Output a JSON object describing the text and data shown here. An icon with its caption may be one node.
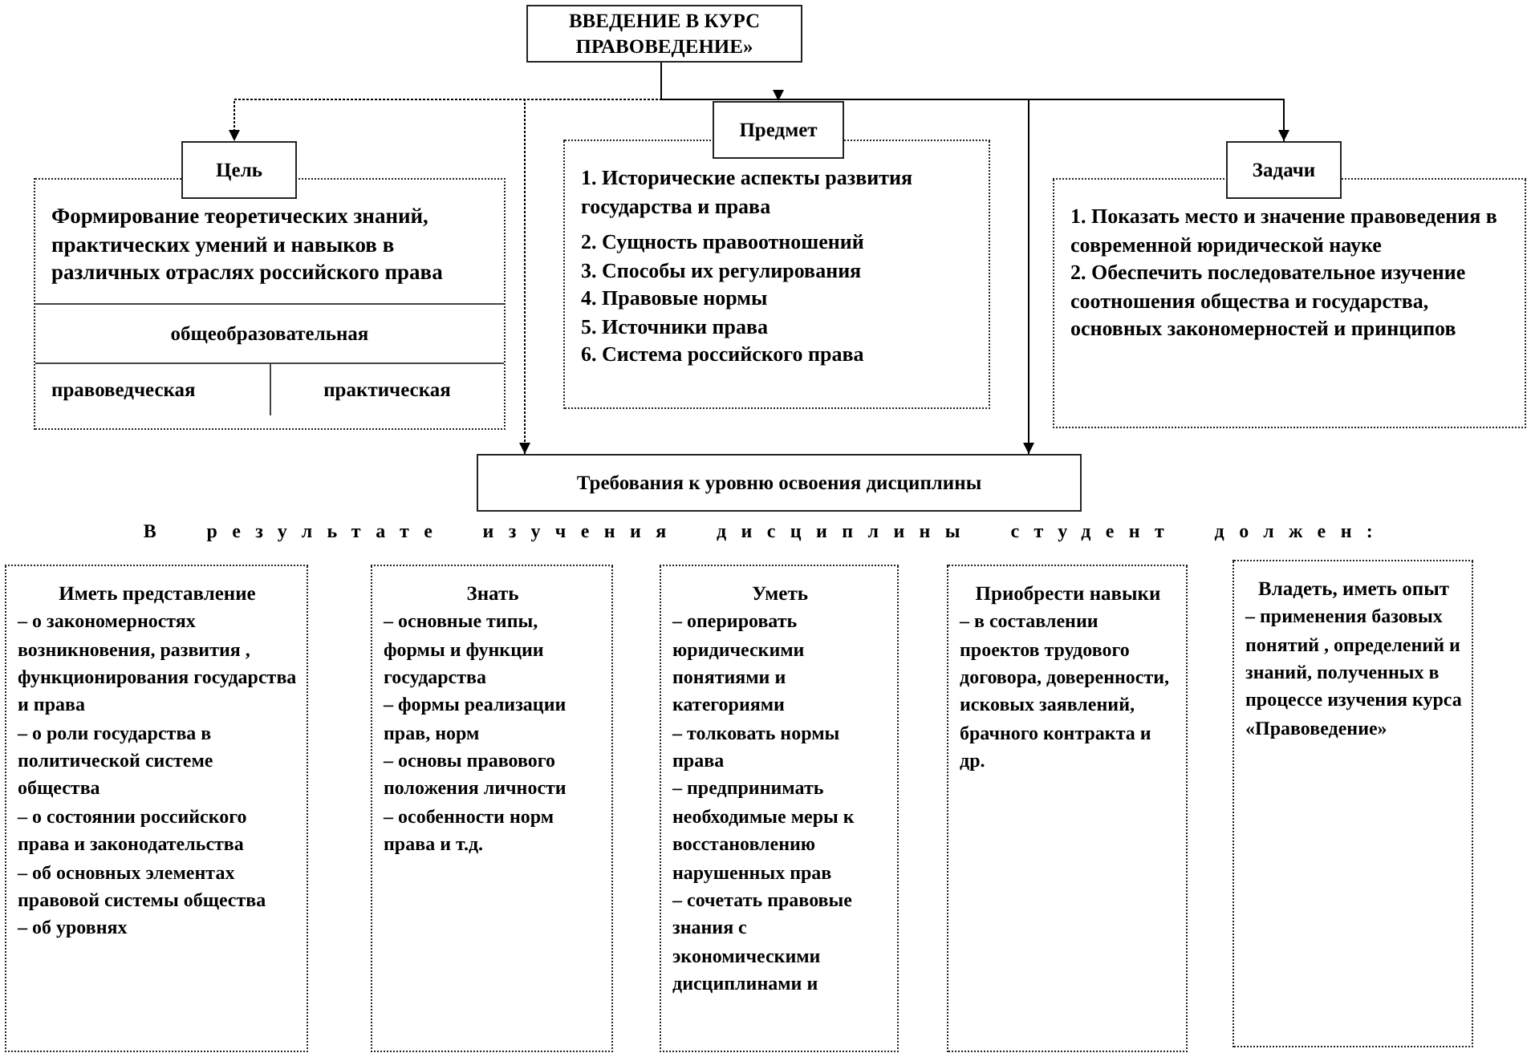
{
  "diagram": {
    "nodes": [
      {
        "text": [
          "ВВЕДЕНИЕ В КУРС  ПРАВОВЕДЕНИЕ»"
        ]
      },
      {
        "text": [
          "Цель"
        ]
      },
      {
        "text": [
          "Формирование теоретических знаний, практических умений и навыков в различных отраслях российского права",
          "общеобразовательная",
          "правоведческая",
          "практическая"
        ]
      },
      {
        "text": [
          "Предмет"
        ]
      },
      {
        "text": [
          "1. Исторические аспекты развития государства и права",
          "2. Сущность правоотношений",
          "3. Способы их регулирования",
          "4. Правовые нормы",
          "5. Источники права",
          "6. Система российского права"
        ]
      },
      {
        "text": [
          "Задачи"
        ]
      },
      {
        "text": [
          "1. Показать место и значение правоведения в современной юридической науке",
          "2. Обеспечить последовательное изучение соотношения общества и государства, основных закономерностей и принципов"
        ]
      },
      {
        "text": [
          "Требования к уровню освоения дисциплины"
        ]
      },
      {
        "text": [
          "Иметь представление",
          "– о закономерностях возникновения, развития , функционирования государства и права",
          "– о роли государства в политической системе общества",
          "– о состоянии российского права и законодательства",
          "– об основных элементах правовой системы общества",
          "– об уровнях"
        ]
      },
      {
        "text": [
          "Знать",
          "– основные типы, формы и функции государства",
          "– формы реализации прав, норм",
          "– основы правового положения личности",
          "– особенности норм права и т.д."
        ]
      },
      {
        "text": [
          "Уметь",
          "– оперировать юридическими понятиями и категориями",
          "– толковать нормы права",
          "– предпринимать необходимые меры к восстановлению нарушенных прав",
          "– сочетать правовые знания с экономическими дисциплинами и"
        ]
      },
      {
        "text": [
          "Приобрести навыки",
          "– в составлении проектов трудового договора, доверенности, исковых заявлений, брачного контракта и др."
        ]
      },
      {
        "text": [
          "Владеть, иметь опыт",
          "– применения базовых понятий , определений и знаний, полученных в процессе изучения курса «Правоведение»"
        ]
      }
    ],
    "edges": [
      {
        "from": 0,
        "to": 1,
        "arrow": "to",
        "style": "dashed"
      },
      {
        "from": 0,
        "to": 3,
        "arrow": "to",
        "style": "dashed"
      },
      {
        "from": 0,
        "to": 5,
        "arrow": "to"
      },
      {
        "from": 0,
        "to": 7,
        "arrow": "to",
        "style": "dashed"
      },
      {
        "from": 0,
        "to": 7,
        "arrow": "to"
      }
    ],
    "labels": [
      "В результате изучения дисциплины студент должен:"
    ]
  }
}
